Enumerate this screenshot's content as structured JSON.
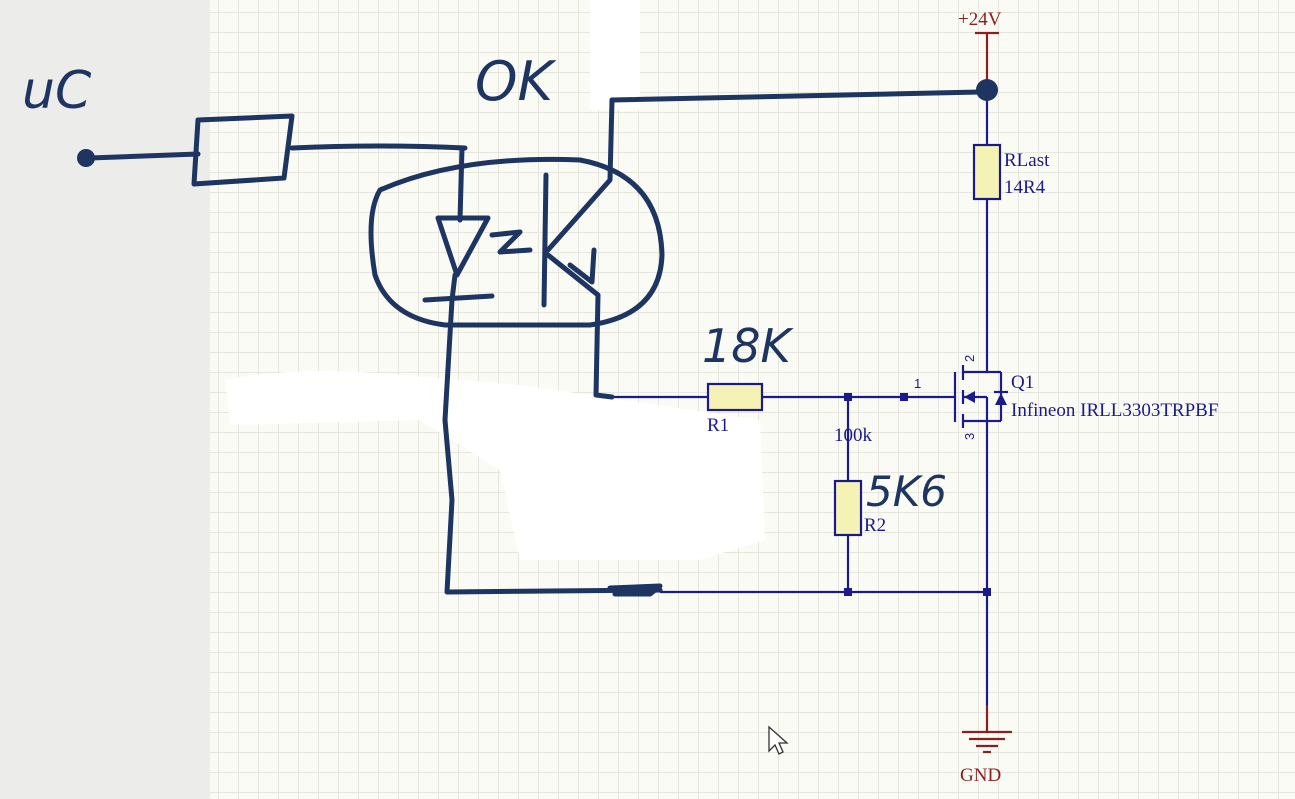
{
  "schematic": {
    "power": {
      "supply_label": "+24V",
      "ground_label": "GND"
    },
    "load": {
      "designator": "RLast",
      "value": "14R4"
    },
    "r1": {
      "designator": "R1"
    },
    "r2": {
      "designator": "R2",
      "value": "100k"
    },
    "q1": {
      "designator": "Q1",
      "part": "Infineon IRLL3303TRPBF",
      "pin_gate": "1",
      "pin_drain": "2",
      "pin_source": "3"
    }
  },
  "annotations": {
    "uc_label": "uC",
    "ok_label": "OK",
    "r1_value": "18K",
    "r2_value": "5K6"
  },
  "colors": {
    "wire": "#1a1a8c",
    "power_symbol": "#8a1f1f",
    "handwriting": "#1d3560",
    "resistor_fill": "#f4f2b4"
  }
}
